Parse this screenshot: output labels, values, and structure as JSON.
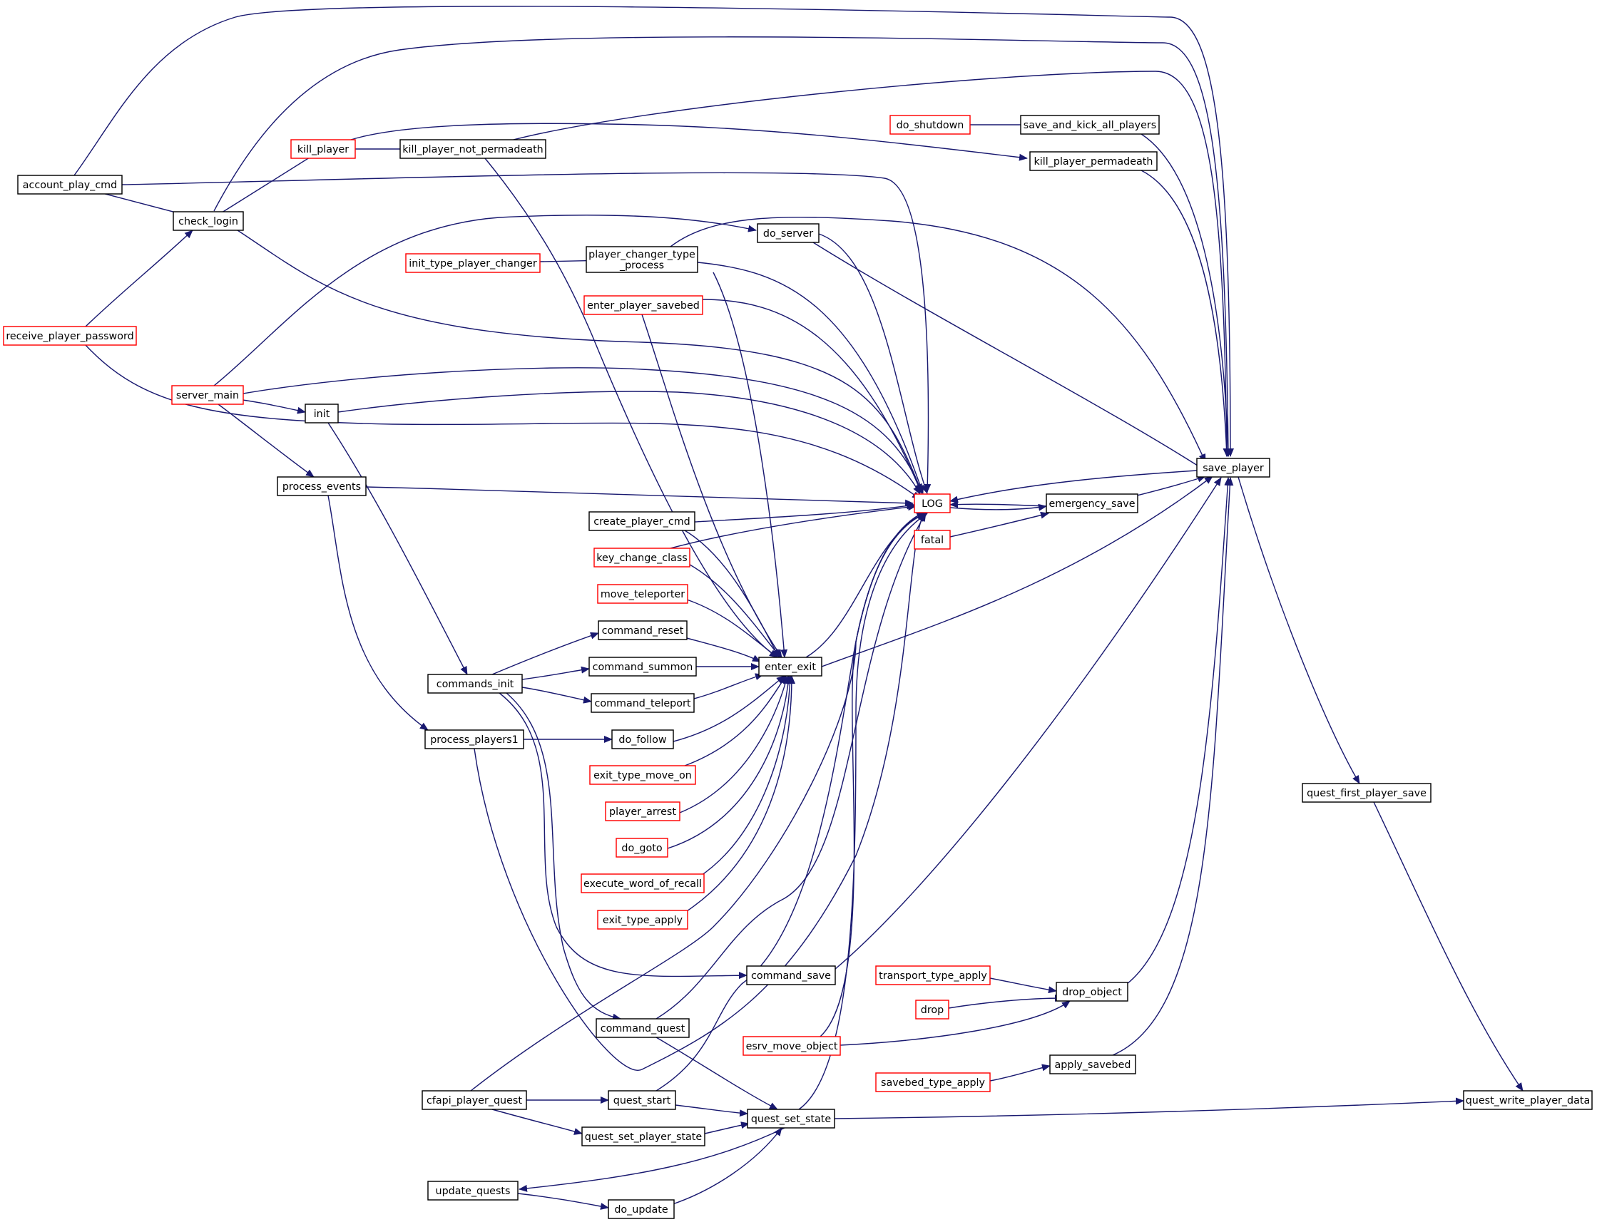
{
  "colors": {
    "edge": "#191970",
    "border_normal": "#000000",
    "border_truncated": "#ff0000",
    "highlight_fill": "#bfbfbf"
  },
  "nodes": {
    "quest_write_player_data": {
      "label": "quest_write_player_data",
      "style": "highlight"
    },
    "quest_set_state": {
      "label": "quest_set_state",
      "style": "normal"
    },
    "quest_first_player_save": {
      "label": "quest_first_player_save",
      "style": "normal"
    },
    "save_player": {
      "label": "save_player",
      "style": "normal"
    },
    "LOG": {
      "label": "LOG",
      "style": "truncated"
    },
    "emergency_save": {
      "label": "emergency_save",
      "style": "normal"
    },
    "fatal": {
      "label": "fatal",
      "style": "truncated"
    },
    "do_shutdown": {
      "label": "do_shutdown",
      "style": "truncated"
    },
    "save_and_kick_all_players": {
      "label": "save_and_kick_all_players",
      "style": "normal"
    },
    "kill_player_permadeath": {
      "label": "kill_player_permadeath",
      "style": "normal"
    },
    "kill_player": {
      "label": "kill_player",
      "style": "truncated"
    },
    "kill_player_not_permadeath": {
      "label": "kill_player_not_permadeath",
      "style": "normal"
    },
    "account_play_cmd": {
      "label": "account_play_cmd",
      "style": "normal"
    },
    "check_login": {
      "label": "check_login",
      "style": "normal"
    },
    "receive_player_password": {
      "label": "receive_player_password",
      "style": "truncated"
    },
    "do_server": {
      "label": "do_server",
      "style": "normal"
    },
    "player_changer_type_process": {
      "label": [
        "player_changer_type",
        "_process"
      ],
      "style": "normal"
    },
    "init_type_player_changer": {
      "label": "init_type_player_changer",
      "style": "truncated"
    },
    "enter_player_savebed": {
      "label": "enter_player_savebed",
      "style": "truncated"
    },
    "server_main": {
      "label": "server_main",
      "style": "truncated"
    },
    "init": {
      "label": "init",
      "style": "normal"
    },
    "process_events": {
      "label": "process_events",
      "style": "normal"
    },
    "create_player_cmd": {
      "label": "create_player_cmd",
      "style": "normal"
    },
    "key_change_class": {
      "label": "key_change_class",
      "style": "truncated"
    },
    "move_teleporter": {
      "label": "move_teleporter",
      "style": "truncated"
    },
    "command_reset": {
      "label": "command_reset",
      "style": "normal"
    },
    "command_summon": {
      "label": "command_summon",
      "style": "normal"
    },
    "command_teleport": {
      "label": "command_teleport",
      "style": "normal"
    },
    "commands_init": {
      "label": "commands_init",
      "style": "normal"
    },
    "enter_exit": {
      "label": "enter_exit",
      "style": "normal"
    },
    "do_follow": {
      "label": "do_follow",
      "style": "normal"
    },
    "process_players1": {
      "label": "process_players1",
      "style": "normal"
    },
    "exit_type_move_on": {
      "label": "exit_type_move_on",
      "style": "truncated"
    },
    "player_arrest": {
      "label": "player_arrest",
      "style": "truncated"
    },
    "do_goto": {
      "label": "do_goto",
      "style": "truncated"
    },
    "execute_word_of_recall": {
      "label": "execute_word_of_recall",
      "style": "truncated"
    },
    "exit_type_apply": {
      "label": "exit_type_apply",
      "style": "truncated"
    },
    "command_save": {
      "label": "command_save",
      "style": "normal"
    },
    "transport_type_apply": {
      "label": "transport_type_apply",
      "style": "truncated"
    },
    "drop_object": {
      "label": "drop_object",
      "style": "normal"
    },
    "drop": {
      "label": "drop",
      "style": "truncated"
    },
    "command_quest": {
      "label": "command_quest",
      "style": "normal"
    },
    "esrv_move_object": {
      "label": "esrv_move_object",
      "style": "truncated"
    },
    "apply_savebed": {
      "label": "apply_savebed",
      "style": "normal"
    },
    "savebed_type_apply": {
      "label": "savebed_type_apply",
      "style": "truncated"
    },
    "cfapi_player_quest": {
      "label": "cfapi_player_quest",
      "style": "normal"
    },
    "quest_start": {
      "label": "quest_start",
      "style": "normal"
    },
    "quest_set_player_state": {
      "label": "quest_set_player_state",
      "style": "normal"
    },
    "update_quests": {
      "label": "update_quests",
      "style": "normal"
    },
    "do_update": {
      "label": "do_update",
      "style": "normal"
    }
  },
  "edges": [
    [
      "quest_set_state",
      "quest_write_player_data"
    ],
    [
      "quest_first_player_save",
      "quest_write_player_data"
    ],
    [
      "save_player",
      "quest_first_player_save"
    ],
    [
      "save_player",
      "LOG"
    ],
    [
      "emergency_save",
      "LOG"
    ],
    [
      "LOG",
      "emergency_save"
    ],
    [
      "emergency_save",
      "save_player"
    ],
    [
      "fatal",
      "emergency_save"
    ],
    [
      "save_and_kick_all_players",
      "save_player"
    ],
    [
      "do_shutdown",
      "save_and_kick_all_players"
    ],
    [
      "kill_player_permadeath",
      "save_player"
    ],
    [
      "kill_player",
      "kill_player_permadeath"
    ],
    [
      "kill_player",
      "kill_player_not_permadeath"
    ],
    [
      "kill_player_not_permadeath",
      "save_player"
    ],
    [
      "kill_player_not_permadeath",
      "enter_exit"
    ],
    [
      "account_play_cmd",
      "save_player"
    ],
    [
      "account_play_cmd",
      "LOG"
    ],
    [
      "account_play_cmd",
      "check_login"
    ],
    [
      "check_login",
      "save_player"
    ],
    [
      "check_login",
      "LOG"
    ],
    [
      "check_login",
      "kill_player"
    ],
    [
      "receive_player_password",
      "check_login"
    ],
    [
      "receive_player_password",
      "LOG"
    ],
    [
      "do_server",
      "save_player"
    ],
    [
      "do_server",
      "LOG"
    ],
    [
      "server_main",
      "do_server"
    ],
    [
      "server_main",
      "LOG"
    ],
    [
      "server_main",
      "init"
    ],
    [
      "server_main",
      "process_events"
    ],
    [
      "player_changer_type_process",
      "save_player"
    ],
    [
      "player_changer_type_process",
      "LOG"
    ],
    [
      "player_changer_type_process",
      "enter_exit"
    ],
    [
      "init_type_player_changer",
      "player_changer_type_process"
    ],
    [
      "enter_player_savebed",
      "LOG"
    ],
    [
      "enter_player_savebed",
      "enter_exit"
    ],
    [
      "init",
      "LOG"
    ],
    [
      "init",
      "commands_init"
    ],
    [
      "process_events",
      "LOG"
    ],
    [
      "process_events",
      "process_players1"
    ],
    [
      "create_player_cmd",
      "LOG"
    ],
    [
      "create_player_cmd",
      "enter_exit"
    ],
    [
      "key_change_class",
      "LOG"
    ],
    [
      "key_change_class",
      "enter_exit"
    ],
    [
      "move_teleporter",
      "enter_exit"
    ],
    [
      "command_reset",
      "enter_exit"
    ],
    [
      "command_summon",
      "enter_exit"
    ],
    [
      "command_teleport",
      "enter_exit"
    ],
    [
      "commands_init",
      "command_reset"
    ],
    [
      "commands_init",
      "command_summon"
    ],
    [
      "commands_init",
      "command_teleport"
    ],
    [
      "commands_init",
      "command_save"
    ],
    [
      "commands_init",
      "command_quest"
    ],
    [
      "enter_exit",
      "LOG"
    ],
    [
      "enter_exit",
      "save_player"
    ],
    [
      "do_follow",
      "enter_exit"
    ],
    [
      "process_players1",
      "do_follow"
    ],
    [
      "process_players1",
      "LOG"
    ],
    [
      "exit_type_move_on",
      "enter_exit"
    ],
    [
      "player_arrest",
      "enter_exit"
    ],
    [
      "do_goto",
      "enter_exit"
    ],
    [
      "execute_word_of_recall",
      "enter_exit"
    ],
    [
      "exit_type_apply",
      "enter_exit"
    ],
    [
      "command_save",
      "save_player"
    ],
    [
      "command_quest",
      "LOG"
    ],
    [
      "command_quest",
      "quest_set_state"
    ],
    [
      "transport_type_apply",
      "drop_object"
    ],
    [
      "drop",
      "drop_object"
    ],
    [
      "drop_object",
      "save_player"
    ],
    [
      "esrv_move_object",
      "LOG"
    ],
    [
      "esrv_move_object",
      "drop_object"
    ],
    [
      "apply_savebed",
      "save_player"
    ],
    [
      "savebed_type_apply",
      "apply_savebed"
    ],
    [
      "cfapi_player_quest",
      "LOG"
    ],
    [
      "cfapi_player_quest",
      "quest_start"
    ],
    [
      "cfapi_player_quest",
      "quest_set_player_state"
    ],
    [
      "quest_start",
      "LOG"
    ],
    [
      "quest_start",
      "quest_set_state"
    ],
    [
      "quest_set_player_state",
      "quest_set_state"
    ],
    [
      "quest_set_state",
      "LOG"
    ],
    [
      "quest_set_state",
      "update_quests"
    ],
    [
      "update_quests",
      "do_update"
    ],
    [
      "do_update",
      "quest_set_state"
    ]
  ]
}
